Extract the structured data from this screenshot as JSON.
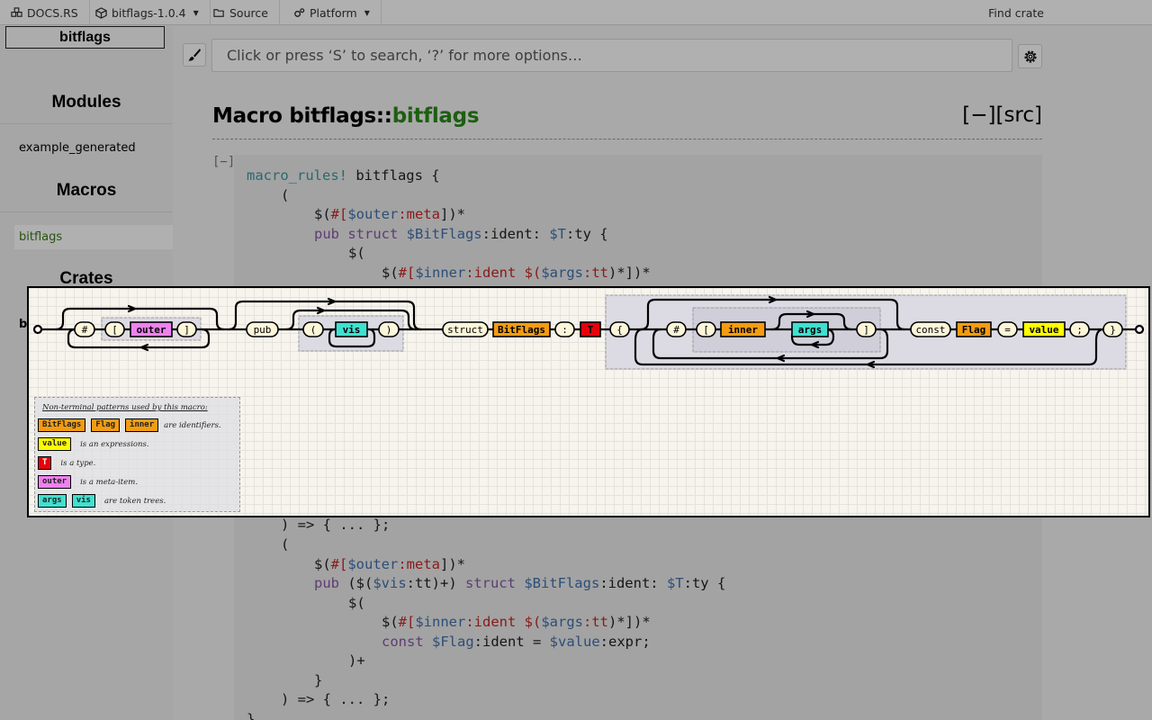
{
  "nav": {
    "docsrs": "DOCS.RS",
    "crate_version": "bitflags-1.0.4",
    "source": "Source",
    "platform": "Platform",
    "find_crate": "Find crate"
  },
  "sidebar": {
    "crate_name": "bitflags",
    "modules_heading": "Modules",
    "module_item": "example_generated",
    "macros_heading": "Macros",
    "macro_item": "bitflags",
    "crates_heading": "Crates",
    "crate_item": "b"
  },
  "search": {
    "placeholder": "Click or press ‘S’ to search, ‘?’ for more options…"
  },
  "header": {
    "title_prefix": "Macro bitflags::",
    "title_name": "bitflags",
    "links": "[−][src]",
    "collapse": "[−]"
  },
  "code_top": {
    "l1_kw": "macro_rules!",
    "l1_rest": " bitflags {",
    "l2": "(",
    "l3_a": "$(",
    "l3_b": "#[",
    "l3_c": "$outer",
    "l3_d": ":meta",
    "l3_e": "])*",
    "l4_a": "pub struct ",
    "l4_b": "$BitFlags",
    "l4_c": ":ident: ",
    "l4_d": "$T",
    "l4_e": ":ty {",
    "l5": "$(",
    "l6_a": "$(",
    "l6_b": "#[",
    "l6_c": "$inner",
    "l6_d": ":ident ",
    "l6_e": "$(",
    "l6_f": "$args",
    "l6_g": ":tt",
    "l6_h": ")*])*"
  },
  "code_bottom": {
    "l1": ") => { ... };",
    "l2": "(",
    "l3_a": "$(",
    "l3_b": "#[",
    "l3_c": "$outer",
    "l3_d": ":meta",
    "l3_e": "])*",
    "l4_a": "pub ",
    "l4_b": "($(",
    "l4_c": "$vis",
    "l4_d": ":tt)+) ",
    "l4_e": "struct ",
    "l4_f": "$BitFlags",
    "l4_g": ":ident: ",
    "l4_h": "$T",
    "l4_i": ":ty {",
    "l5": "$(",
    "l6_a": "$(",
    "l6_b": "#[",
    "l6_c": "$inner",
    "l6_d": ":ident ",
    "l6_e": "$(",
    "l6_f": "$args",
    "l6_g": ":tt",
    "l6_h": ")*])*",
    "l7_a": "const ",
    "l7_b": "$Flag",
    "l7_c": ":ident = ",
    "l7_d": "$value",
    "l7_e": ":expr;",
    "l8": ")+",
    "l9": "}",
    "l10": ") => { ... };",
    "l11": "}"
  },
  "railroad": {
    "tokens": {
      "hash1": "#",
      "lbr1": "[",
      "outer": "outer",
      "rbr1": "]",
      "pub": "pub",
      "lp": "(",
      "vis": "vis",
      "rp": ")",
      "struct": "struct",
      "bitflags": "BitFlags",
      "colon": ":",
      "t": "T",
      "lbrace": "{",
      "hash2": "#",
      "lbr2": "[",
      "inner": "inner",
      "args": "args",
      "rbr2": "]",
      "const": "const",
      "flag": "Flag",
      "eq": "=",
      "value": "value",
      "semi": ";",
      "rbrace": "}"
    },
    "legend": {
      "heading": "Non-terminal patterns used by this macro:",
      "ident_chips": [
        "BitFlags",
        "Flag",
        "inner"
      ],
      "ident_text": "are identifiers.",
      "expr_chip": "value",
      "expr_text": "is an expressions.",
      "type_chip": "T",
      "type_text": "is a type.",
      "meta_chip": "outer",
      "meta_text": "is a meta-item.",
      "tt_chips": [
        "args",
        "vis"
      ],
      "tt_text": "are token trees."
    },
    "colors": {
      "ident": "#f39c12",
      "expr": "#ffff00",
      "type": "#e8000b",
      "meta": "#ee82ee",
      "tt": "#40e0d0",
      "terminal": "#fdf5d8"
    }
  }
}
